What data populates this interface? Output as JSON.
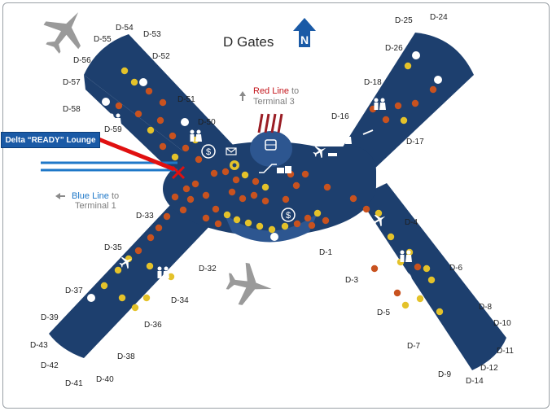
{
  "title": "D Gates",
  "north_symbol": "N",
  "red_line": {
    "name": "Red Line",
    "suffix": "to",
    "destination": "Terminal 3"
  },
  "blue_line": {
    "name": "Blue Line",
    "suffix": "to",
    "destination": "Terminal 1"
  },
  "lounge": {
    "label": "Delta “READY” Lounge"
  },
  "gates": [
    "D-54",
    "D-53",
    "D-55",
    "D-56",
    "D-52",
    "D-57",
    "D-51",
    "D-58",
    "D-50",
    "D-59",
    "D-33",
    "D-35",
    "D-32",
    "D-37",
    "D-34",
    "D-39",
    "D-36",
    "D-43",
    "D-38",
    "D-42",
    "D-41",
    "D-40",
    "D-25",
    "D-24",
    "D-26",
    "D-18",
    "D-16",
    "D-17",
    "D-4",
    "D-1",
    "D-6",
    "D-3",
    "D-5",
    "D-8",
    "D-10",
    "D-7",
    "D-11",
    "D-12",
    "D-9",
    "D-14"
  ],
  "colors": {
    "concourse": "#1d3f6e",
    "seat_yellow": "#e4c22a",
    "seat_orange": "#c8521f",
    "red_line": "#c4161c",
    "blue_line": "#1f78c8",
    "lounge_marker": "#e01010"
  },
  "icons": [
    "airplane-icon",
    "restroom-icon",
    "family-restroom-icon",
    "dollar-atm-icon",
    "mail-icon",
    "pet-relief-icon",
    "train-icon",
    "escalator-icon",
    "baggage-icon",
    "shoe-shine-icon",
    "smoking-icon",
    "north-arrow-icon"
  ]
}
